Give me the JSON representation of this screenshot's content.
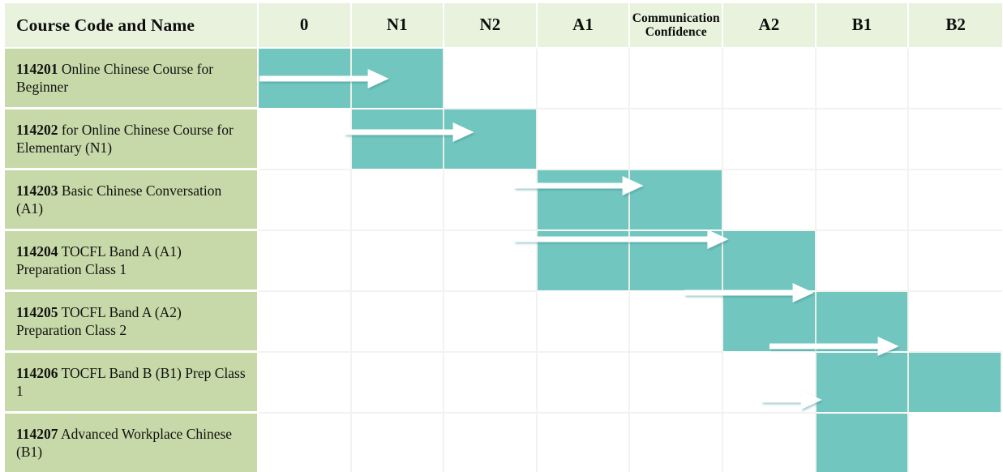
{
  "chart_data": {
    "type": "table",
    "title": "Course progression roadmap by CEFR/TOCFL level",
    "columns": [
      "Course Code and Name",
      "0",
      "N1",
      "N2",
      "A1",
      "Communication Confidence",
      "A2",
      "B1",
      "B2"
    ],
    "level_columns": [
      "0",
      "N1",
      "N2",
      "A1",
      "Communication Confidence",
      "A2",
      "B1",
      "B2"
    ],
    "rows": [
      {
        "code": "114201",
        "name": "Online Chinese Course for Beginner",
        "start_column": "0",
        "end_column": "N1",
        "span": 2,
        "start_index": 0
      },
      {
        "code": "114202",
        "name": "for Online Chinese Course for Elementary (N1)",
        "start_column": "N1",
        "end_column": "N2",
        "span": 2,
        "start_index": 1
      },
      {
        "code": "114203",
        "name": " Basic Chinese Conversation  (A1)",
        "start_column": "A1",
        "end_column": "Communication Confidence",
        "span": 2,
        "start_index": 3
      },
      {
        "code": "114204",
        "name": "TOCFL Band A (A1) Preparation Class 1",
        "start_column": "A1",
        "end_column": "A2",
        "span": 3,
        "start_index": 3
      },
      {
        "code": "114205",
        "name": "TOCFL Band A (A2) Preparation Class 2",
        "start_column": "A2",
        "end_column": "B1",
        "span": 2,
        "start_index": 5
      },
      {
        "code": "114206",
        "name": "TOCFL Band B (B1) Prep Class 1",
        "start_column": "B1",
        "end_column": "B2",
        "span": 2,
        "start_index": 6
      },
      {
        "code": "114207",
        "name": "Advanced Workplace Chinese (B1)",
        "start_column": "B1",
        "end_column": "B1",
        "span": 1,
        "start_index": 6
      }
    ],
    "colors": {
      "header_background": "#E8F2DC",
      "row_label_background": "#C7D9A8",
      "bar": "#72C6C0",
      "arrow": "#FFFFFF",
      "gridline": "#F2F2F0",
      "text": "#111111"
    }
  },
  "header": {
    "label_column": "Course Code and Name",
    "columns": [
      {
        "label": "0",
        "small": false
      },
      {
        "label": "N1",
        "small": false
      },
      {
        "label": "N2",
        "small": false
      },
      {
        "label": "A1",
        "small": false
      },
      {
        "label": "Communication Confidence",
        "small": true
      },
      {
        "label": "A2",
        "small": false
      },
      {
        "label": "B1",
        "small": false
      },
      {
        "label": "B2",
        "small": false
      }
    ]
  },
  "rows": [
    {
      "code": "114201",
      "name": " Online Chinese Course for Beginner"
    },
    {
      "code": "114202",
      "name": " for Online Chinese Course for Elementary (N1)"
    },
    {
      "code": "114203",
      "name": "  Basic Chinese Conversation  (A1)"
    },
    {
      "code": "114204",
      "name": " TOCFL Band A (A1) Preparation Class 1"
    },
    {
      "code": "114205",
      "name": " TOCFL Band A (A2) Preparation Class 2"
    },
    {
      "code": "114206",
      "name": " TOCFL Band B (B1) Prep Class 1"
    },
    {
      "code": "114207",
      "name": " Advanced Workplace Chinese (B1)"
    }
  ]
}
